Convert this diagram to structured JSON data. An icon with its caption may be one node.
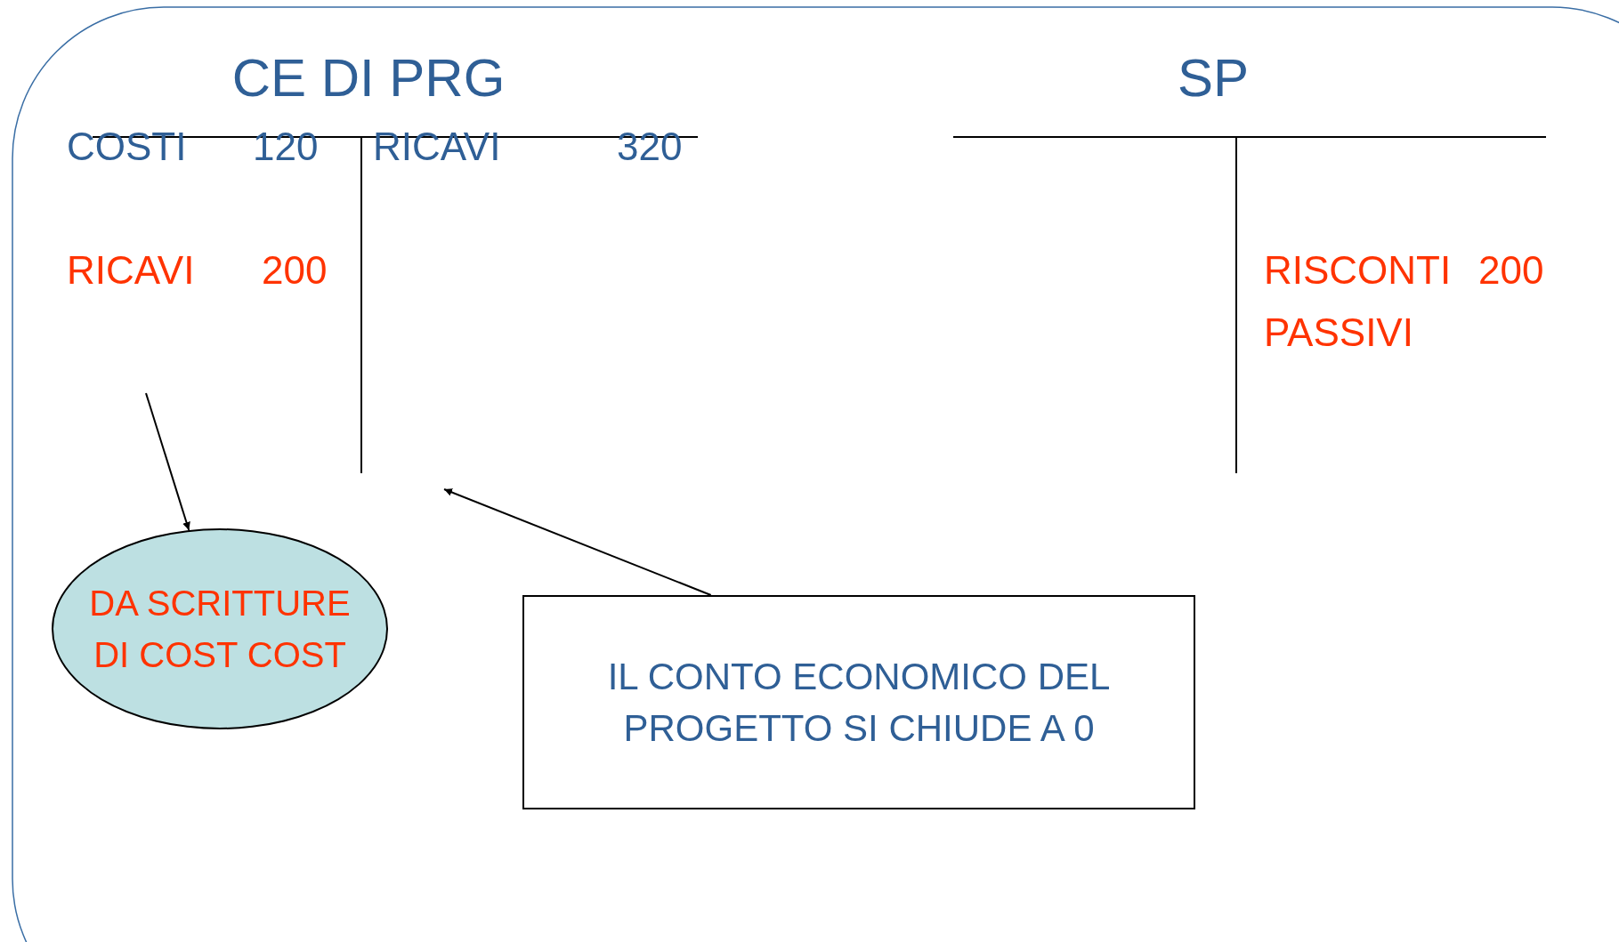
{
  "diagram": {
    "nodes": [
      {
        "text": [
          "DA SCRITTURE DI COST COST"
        ]
      },
      {
        "text": [
          "IL CONTO ECONOMICO DEL PROGETTO SI CHIUDE A 0"
        ]
      }
    ],
    "edges": [
      {
        "from": null,
        "to": 0,
        "arrow": "to"
      },
      {
        "from": 1,
        "to": null,
        "arrow": "to"
      }
    ],
    "labels": [
      "CE DI PRG",
      "SP",
      "COSTI",
      "120",
      "RICAVI",
      "320",
      "RICAVI",
      "200",
      "RISCONTI PASSIVI",
      "200"
    ]
  }
}
